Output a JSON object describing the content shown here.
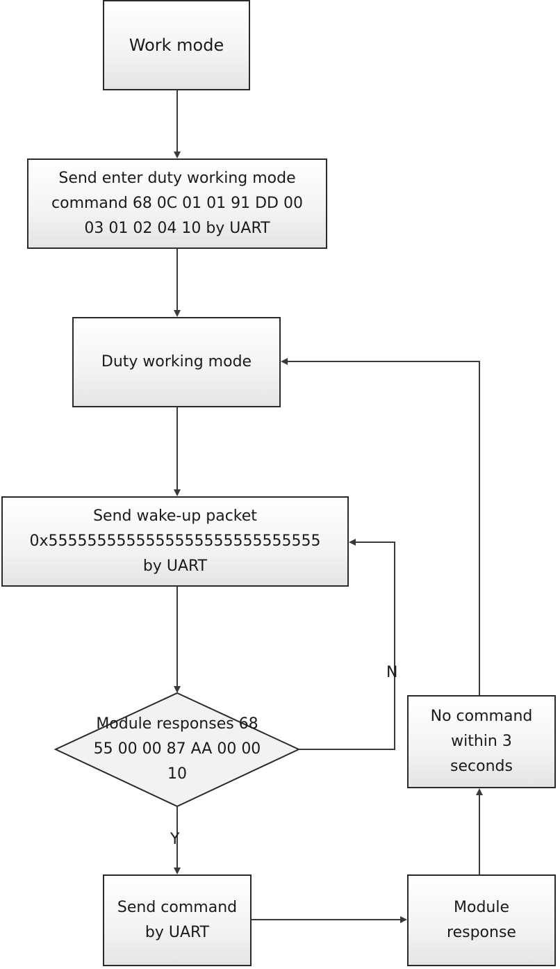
{
  "nodes": {
    "work_mode": "Work mode",
    "send_enter": "Send enter duty working mode\ncommand 68 0C 01 01 91 DD 00\n03 01 02 04 10 by UART",
    "duty_mode": "Duty working mode",
    "wake_up": "Send wake-up packet\n0x5555555555555555555555555555\nby UART",
    "module_responses": "Module responses 68\n55 00 00 87 AA 00 00\n10",
    "send_command": "Send command\nby UART",
    "module_response": "Module\nresponse",
    "no_command": "No command\nwithin 3\nseconds"
  },
  "edge_labels": {
    "no": "N",
    "yes": "Y"
  }
}
